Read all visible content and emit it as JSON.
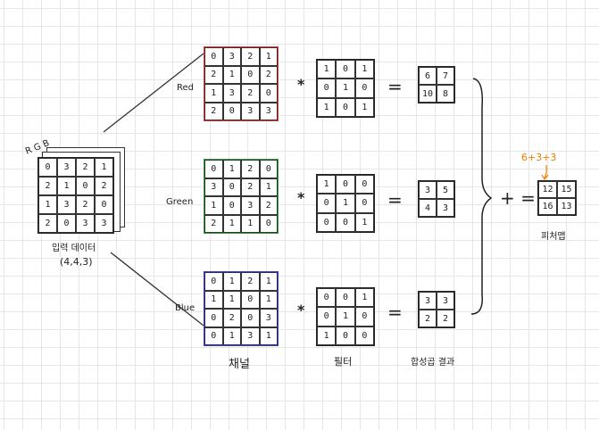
{
  "input": {
    "rgb_label": "R G B",
    "matrix": [
      [
        "0",
        "3",
        "2",
        "1"
      ],
      [
        "2",
        "1",
        "0",
        "2"
      ],
      [
        "1",
        "3",
        "2",
        "0"
      ],
      [
        "2",
        "0",
        "3",
        "3"
      ]
    ],
    "title": "입력 데이터",
    "shape": "(4,4,3)"
  },
  "channels": [
    {
      "name": "Red",
      "color": "#e53935",
      "matrix": [
        [
          "0",
          "3",
          "2",
          "1"
        ],
        [
          "2",
          "1",
          "0",
          "2"
        ],
        [
          "1",
          "3",
          "2",
          "0"
        ],
        [
          "2",
          "0",
          "3",
          "3"
        ]
      ],
      "filter": [
        [
          "1",
          "0",
          "1"
        ],
        [
          "0",
          "1",
          "0"
        ],
        [
          "1",
          "0",
          "1"
        ]
      ],
      "result": [
        [
          "6",
          "7"
        ],
        [
          "10",
          "8"
        ]
      ]
    },
    {
      "name": "Green",
      "color": "#2e9e35",
      "matrix": [
        [
          "0",
          "1",
          "2",
          "0"
        ],
        [
          "3",
          "0",
          "2",
          "1"
        ],
        [
          "1",
          "0",
          "3",
          "2"
        ],
        [
          "2",
          "1",
          "1",
          "0"
        ]
      ],
      "filter": [
        [
          "1",
          "0",
          "0"
        ],
        [
          "0",
          "1",
          "0"
        ],
        [
          "0",
          "0",
          "1"
        ]
      ],
      "result": [
        [
          "3",
          "5"
        ],
        [
          "4",
          "3"
        ]
      ]
    },
    {
      "name": "Blue",
      "color": "#3d3dd6",
      "matrix": [
        [
          "0",
          "1",
          "2",
          "1"
        ],
        [
          "1",
          "1",
          "0",
          "1"
        ],
        [
          "0",
          "2",
          "0",
          "3"
        ],
        [
          "0",
          "1",
          "3",
          "1"
        ]
      ],
      "filter": [
        [
          "0",
          "0",
          "1"
        ],
        [
          "0",
          "1",
          "0"
        ],
        [
          "1",
          "0",
          "0"
        ]
      ],
      "result": [
        [
          "3",
          "3"
        ],
        [
          "2",
          "2"
        ]
      ]
    }
  ],
  "operators": {
    "convolve": "*",
    "equals": "=",
    "plus": "+ ="
  },
  "feature_map": {
    "annotation": "6+3+3",
    "annotation_color": "#f07c00",
    "matrix": [
      [
        "12",
        "15"
      ],
      [
        "16",
        "13"
      ]
    ],
    "label": "피처맵"
  },
  "captions": {
    "channel": "채널",
    "filter": "필터",
    "result": "합성곱 결과"
  }
}
